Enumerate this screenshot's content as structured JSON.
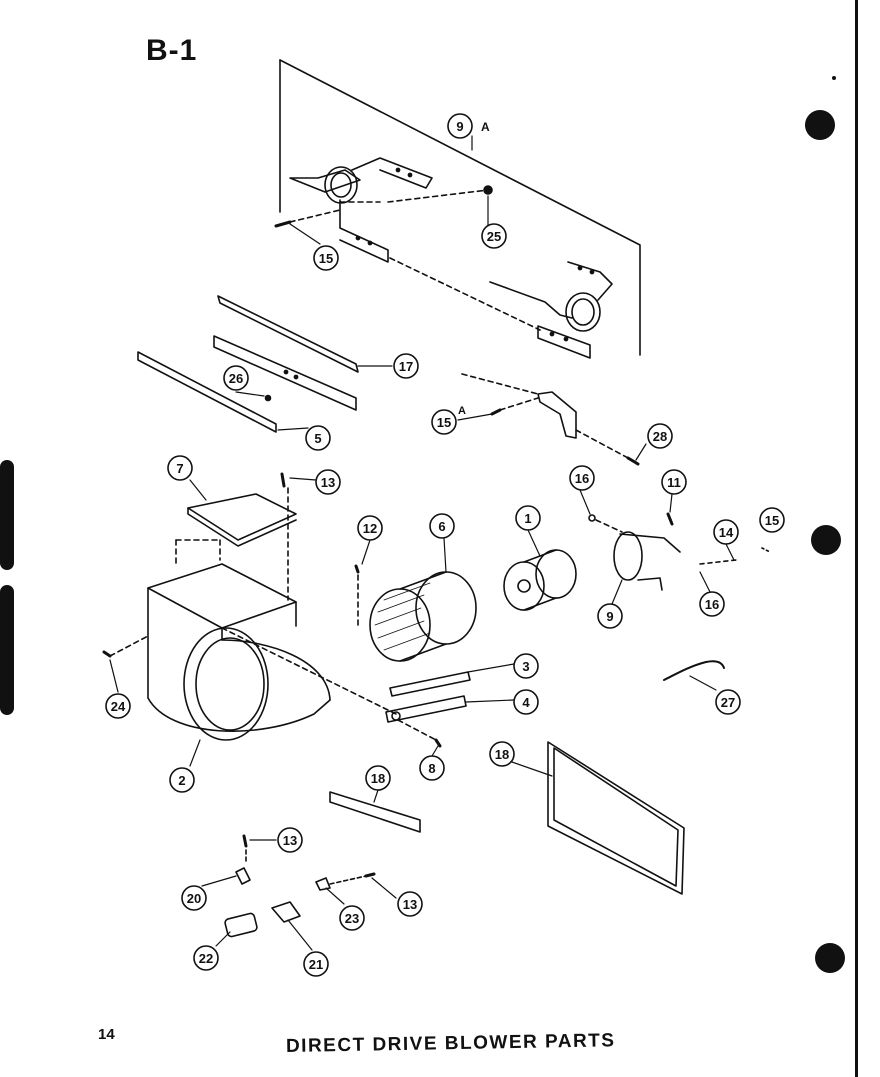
{
  "sheet": {
    "title": "B-1",
    "page_number": "14",
    "caption": "DIRECT DRIVE BLOWER PARTS"
  },
  "callouts": [
    {
      "id": "c-9a",
      "label": "9",
      "suffix": "A"
    },
    {
      "id": "c-25a",
      "label": "25"
    },
    {
      "id": "c-15a",
      "label": "15"
    },
    {
      "id": "c-17",
      "label": "17"
    },
    {
      "id": "c-26",
      "label": "26"
    },
    {
      "id": "c-5",
      "label": "5"
    },
    {
      "id": "c-15b",
      "label": "15",
      "suffix": "A"
    },
    {
      "id": "c-28",
      "label": "28"
    },
    {
      "id": "c-7",
      "label": "7"
    },
    {
      "id": "c-13a",
      "label": "13"
    },
    {
      "id": "c-16a",
      "label": "16"
    },
    {
      "id": "c-11",
      "label": "11"
    },
    {
      "id": "c-12",
      "label": "12"
    },
    {
      "id": "c-6",
      "label": "6"
    },
    {
      "id": "c-1",
      "label": "1"
    },
    {
      "id": "c-14",
      "label": "14"
    },
    {
      "id": "c-15c",
      "label": "15"
    },
    {
      "id": "c-9",
      "label": "9"
    },
    {
      "id": "c-16b",
      "label": "16"
    },
    {
      "id": "c-3",
      "label": "3"
    },
    {
      "id": "c-4",
      "label": "4"
    },
    {
      "id": "c-27",
      "label": "27"
    },
    {
      "id": "c-24",
      "label": "24"
    },
    {
      "id": "c-8",
      "label": "8"
    },
    {
      "id": "c-2",
      "label": "2"
    },
    {
      "id": "c-18a",
      "label": "18"
    },
    {
      "id": "c-18b",
      "label": "18"
    },
    {
      "id": "c-13b",
      "label": "13"
    },
    {
      "id": "c-20",
      "label": "20"
    },
    {
      "id": "c-23",
      "label": "23"
    },
    {
      "id": "c-13c",
      "label": "13"
    },
    {
      "id": "c-22",
      "label": "22"
    },
    {
      "id": "c-21",
      "label": "21"
    }
  ],
  "colors": {
    "ink": "#111111",
    "paper": "#ffffff"
  }
}
